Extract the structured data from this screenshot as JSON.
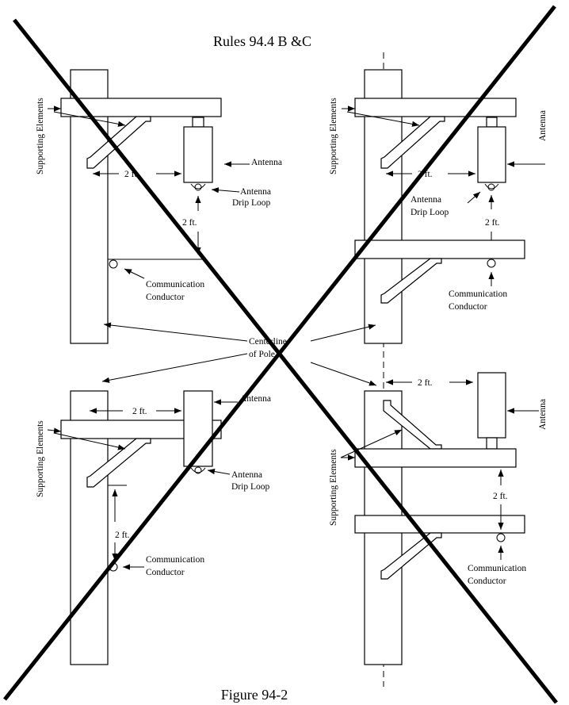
{
  "title": "Rules 94.4 B &C",
  "caption": "Figure 94-2",
  "labels": {
    "supporting_elements": "Supporting Elements",
    "antenna": "Antenna",
    "drip_loop_1": "Antenna",
    "drip_loop_2": "Drip Loop",
    "two_ft": "2 ft.",
    "comm_1": "Communication",
    "comm_2": "Conductor",
    "centerline_1": "Centerline",
    "centerline_2": "of Pole"
  },
  "crossed_out": true
}
